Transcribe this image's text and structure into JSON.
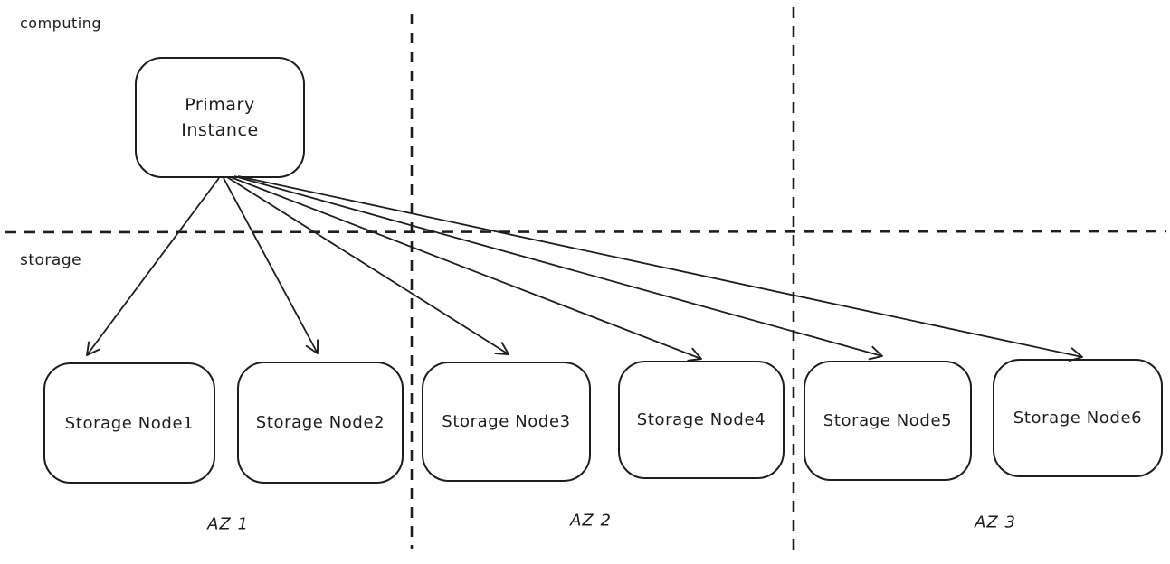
{
  "diagram": {
    "style": "hand-drawn-architecture",
    "background_color": "#ffffff",
    "stroke_color": "#1e1e1e"
  },
  "layers": {
    "computing_label": "computing",
    "storage_label": "storage"
  },
  "primary_node": {
    "label": "Primary\nInstance"
  },
  "storage_nodes": [
    {
      "label": "Storage Node1",
      "zone": "AZ 1"
    },
    {
      "label": "Storage Node2",
      "zone": "AZ 1"
    },
    {
      "label": "Storage Node3",
      "zone": "AZ 2"
    },
    {
      "label": "Storage Node4",
      "zone": "AZ 2"
    },
    {
      "label": "Storage Node5",
      "zone": "AZ 3"
    },
    {
      "label": "Storage Node6",
      "zone": "AZ 3"
    }
  ],
  "az_zones": [
    {
      "label": "AZ 1"
    },
    {
      "label": "AZ 2"
    },
    {
      "label": "AZ 3"
    }
  ],
  "edges": [
    {
      "from": "Primary Instance",
      "to": "Storage Node1",
      "arrow": "end"
    },
    {
      "from": "Primary Instance",
      "to": "Storage Node2",
      "arrow": "end"
    },
    {
      "from": "Primary Instance",
      "to": "Storage Node3",
      "arrow": "end"
    },
    {
      "from": "Primary Instance",
      "to": "Storage Node4",
      "arrow": "end"
    },
    {
      "from": "Primary Instance",
      "to": "Storage Node5",
      "arrow": "end"
    },
    {
      "from": "Primary Instance",
      "to": "Storage Node6",
      "arrow": "end"
    }
  ]
}
